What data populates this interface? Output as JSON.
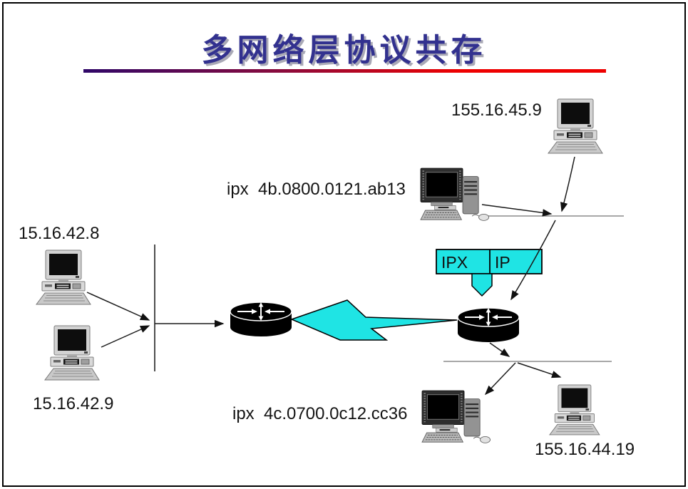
{
  "slide": {
    "title": "多网络层协议共存"
  },
  "colors": {
    "title-text": "#32318F",
    "title-shadow": "#A9A9B6",
    "accent-cyan": "#1FE4E4",
    "rule-left": "#2F0768",
    "rule-right": "#EE0000"
  },
  "nodes": {
    "host_a": {
      "label": "15.16.42.8",
      "type": "desktop-pc"
    },
    "host_b": {
      "label": "15.16.42.9",
      "type": "desktop-pc"
    },
    "host_c": {
      "label": "155.16.45.9",
      "type": "desktop-pc"
    },
    "host_d": {
      "label": "155.16.44.19",
      "type": "desktop-pc"
    },
    "server_top": {
      "label": "ipx  4b.0800.0121.ab13",
      "type": "workstation"
    },
    "server_bottom": {
      "label": "ipx  4c.0700.0c12.cc36",
      "type": "workstation"
    },
    "router_left": {
      "type": "router"
    },
    "router_right": {
      "type": "router"
    }
  },
  "protocol_tag": {
    "left": "IPX",
    "right": "IP"
  }
}
